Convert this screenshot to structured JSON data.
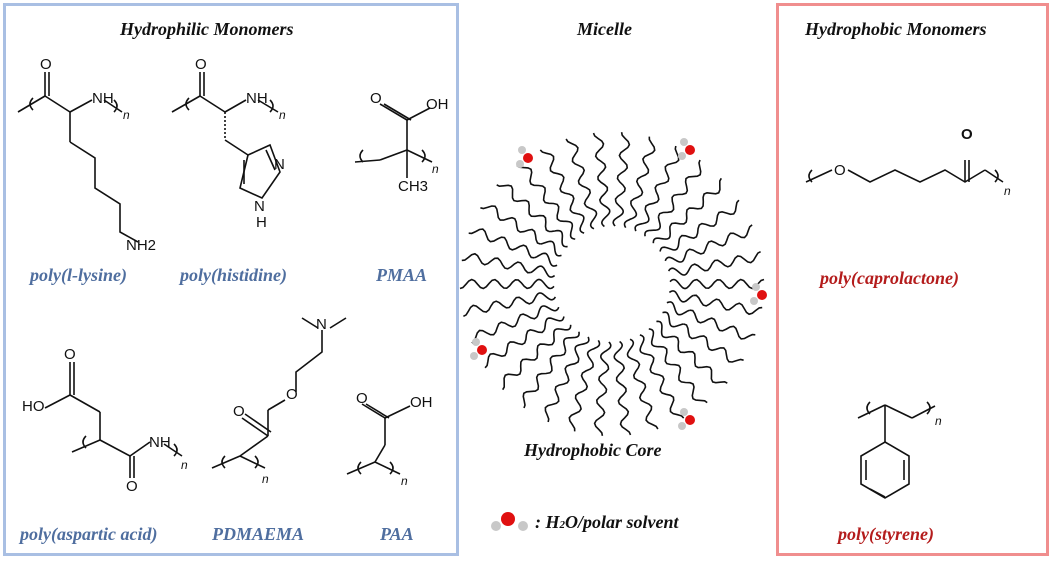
{
  "left_panel": {
    "title": "Hydrophilic Monomers",
    "names": [
      "poly(l-lysine)",
      "poly(histidine)",
      "PMAA",
      "poly(aspartic acid)",
      "PDMAEMA",
      "PAA"
    ]
  },
  "center": {
    "title": "Micelle",
    "core_label": "Hydrophobic Core",
    "legend_text": ": H2O/polar solvent"
  },
  "right_panel": {
    "title": "Hydrophobic Monomers",
    "names": [
      "poly(caprolactone)",
      "poly(styrene)"
    ]
  },
  "atoms": {
    "O": "O",
    "H": "H",
    "N": "N",
    "n": "n",
    "OH": "OH",
    "HO": "HO",
    "NH": "NH",
    "NH2": "NH2",
    "CH3": "CH3"
  },
  "colors": {
    "hydrophilic_border": "#a9bfe3",
    "hydrophobic_border": "#f08e8e",
    "hydrophilic_text": "#4f6e9f",
    "hydrophobic_text": "#b41c1c",
    "tail_blue": "#7ea5d8",
    "head_red": "#f08080",
    "water_oxygen": "#e01010",
    "water_hydrogen": "#c8c8c8"
  }
}
